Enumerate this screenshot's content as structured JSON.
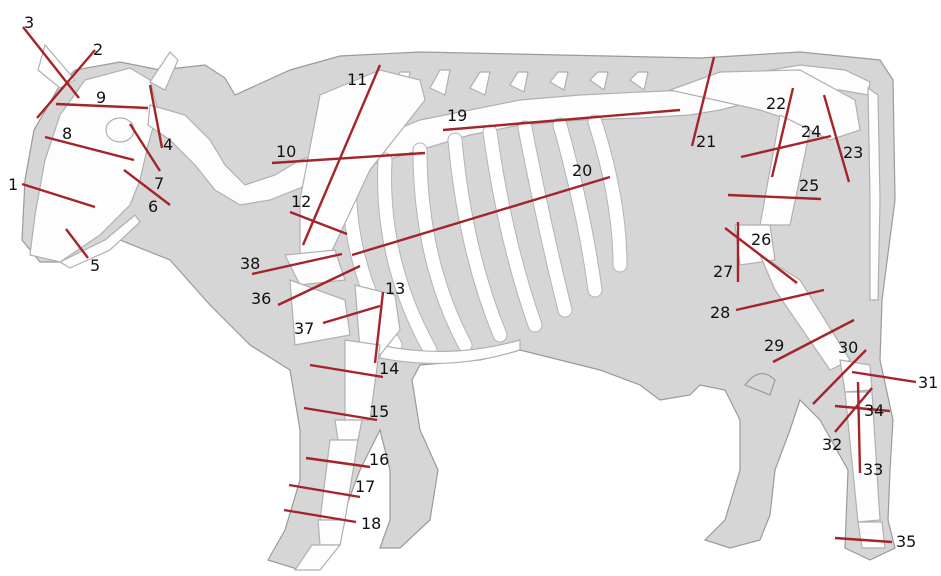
{
  "diagram": {
    "labels": [
      "1",
      "2",
      "3",
      "4",
      "5",
      "6",
      "7",
      "8",
      "9",
      "10",
      "11",
      "12",
      "13",
      "14",
      "15",
      "16",
      "17",
      "18",
      "19",
      "20",
      "21",
      "22",
      "23",
      "24",
      "25",
      "26",
      "27",
      "28",
      "29",
      "30",
      "31",
      "32",
      "33",
      "34",
      "35",
      "36",
      "37",
      "38"
    ]
  }
}
